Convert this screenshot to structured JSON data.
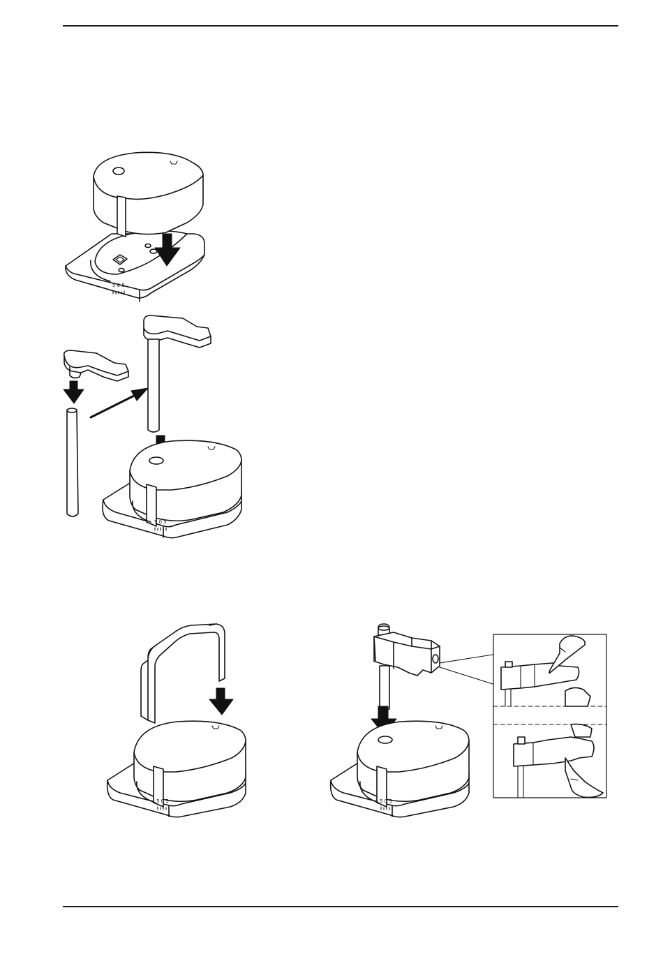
{
  "page": {
    "header_rule": true,
    "footer_rule": true
  },
  "figures": {
    "fig1": {
      "icon": "base-cover-assembly",
      "scale_marks": "5 0 5"
    },
    "fig2": {
      "icon": "column-arm-assembly",
      "scale_marks": "5 0 5"
    },
    "fig3": {
      "icon": "u-bracket-assembly",
      "scale_marks": "5 0 5"
    },
    "fig4": {
      "icon": "probe-arm-assembly",
      "scale_marks": "5 0 5"
    },
    "fig4_detail": {
      "icon": "probe-detail-inset"
    }
  },
  "colors": {
    "line": "#111111",
    "background": "#ffffff"
  }
}
